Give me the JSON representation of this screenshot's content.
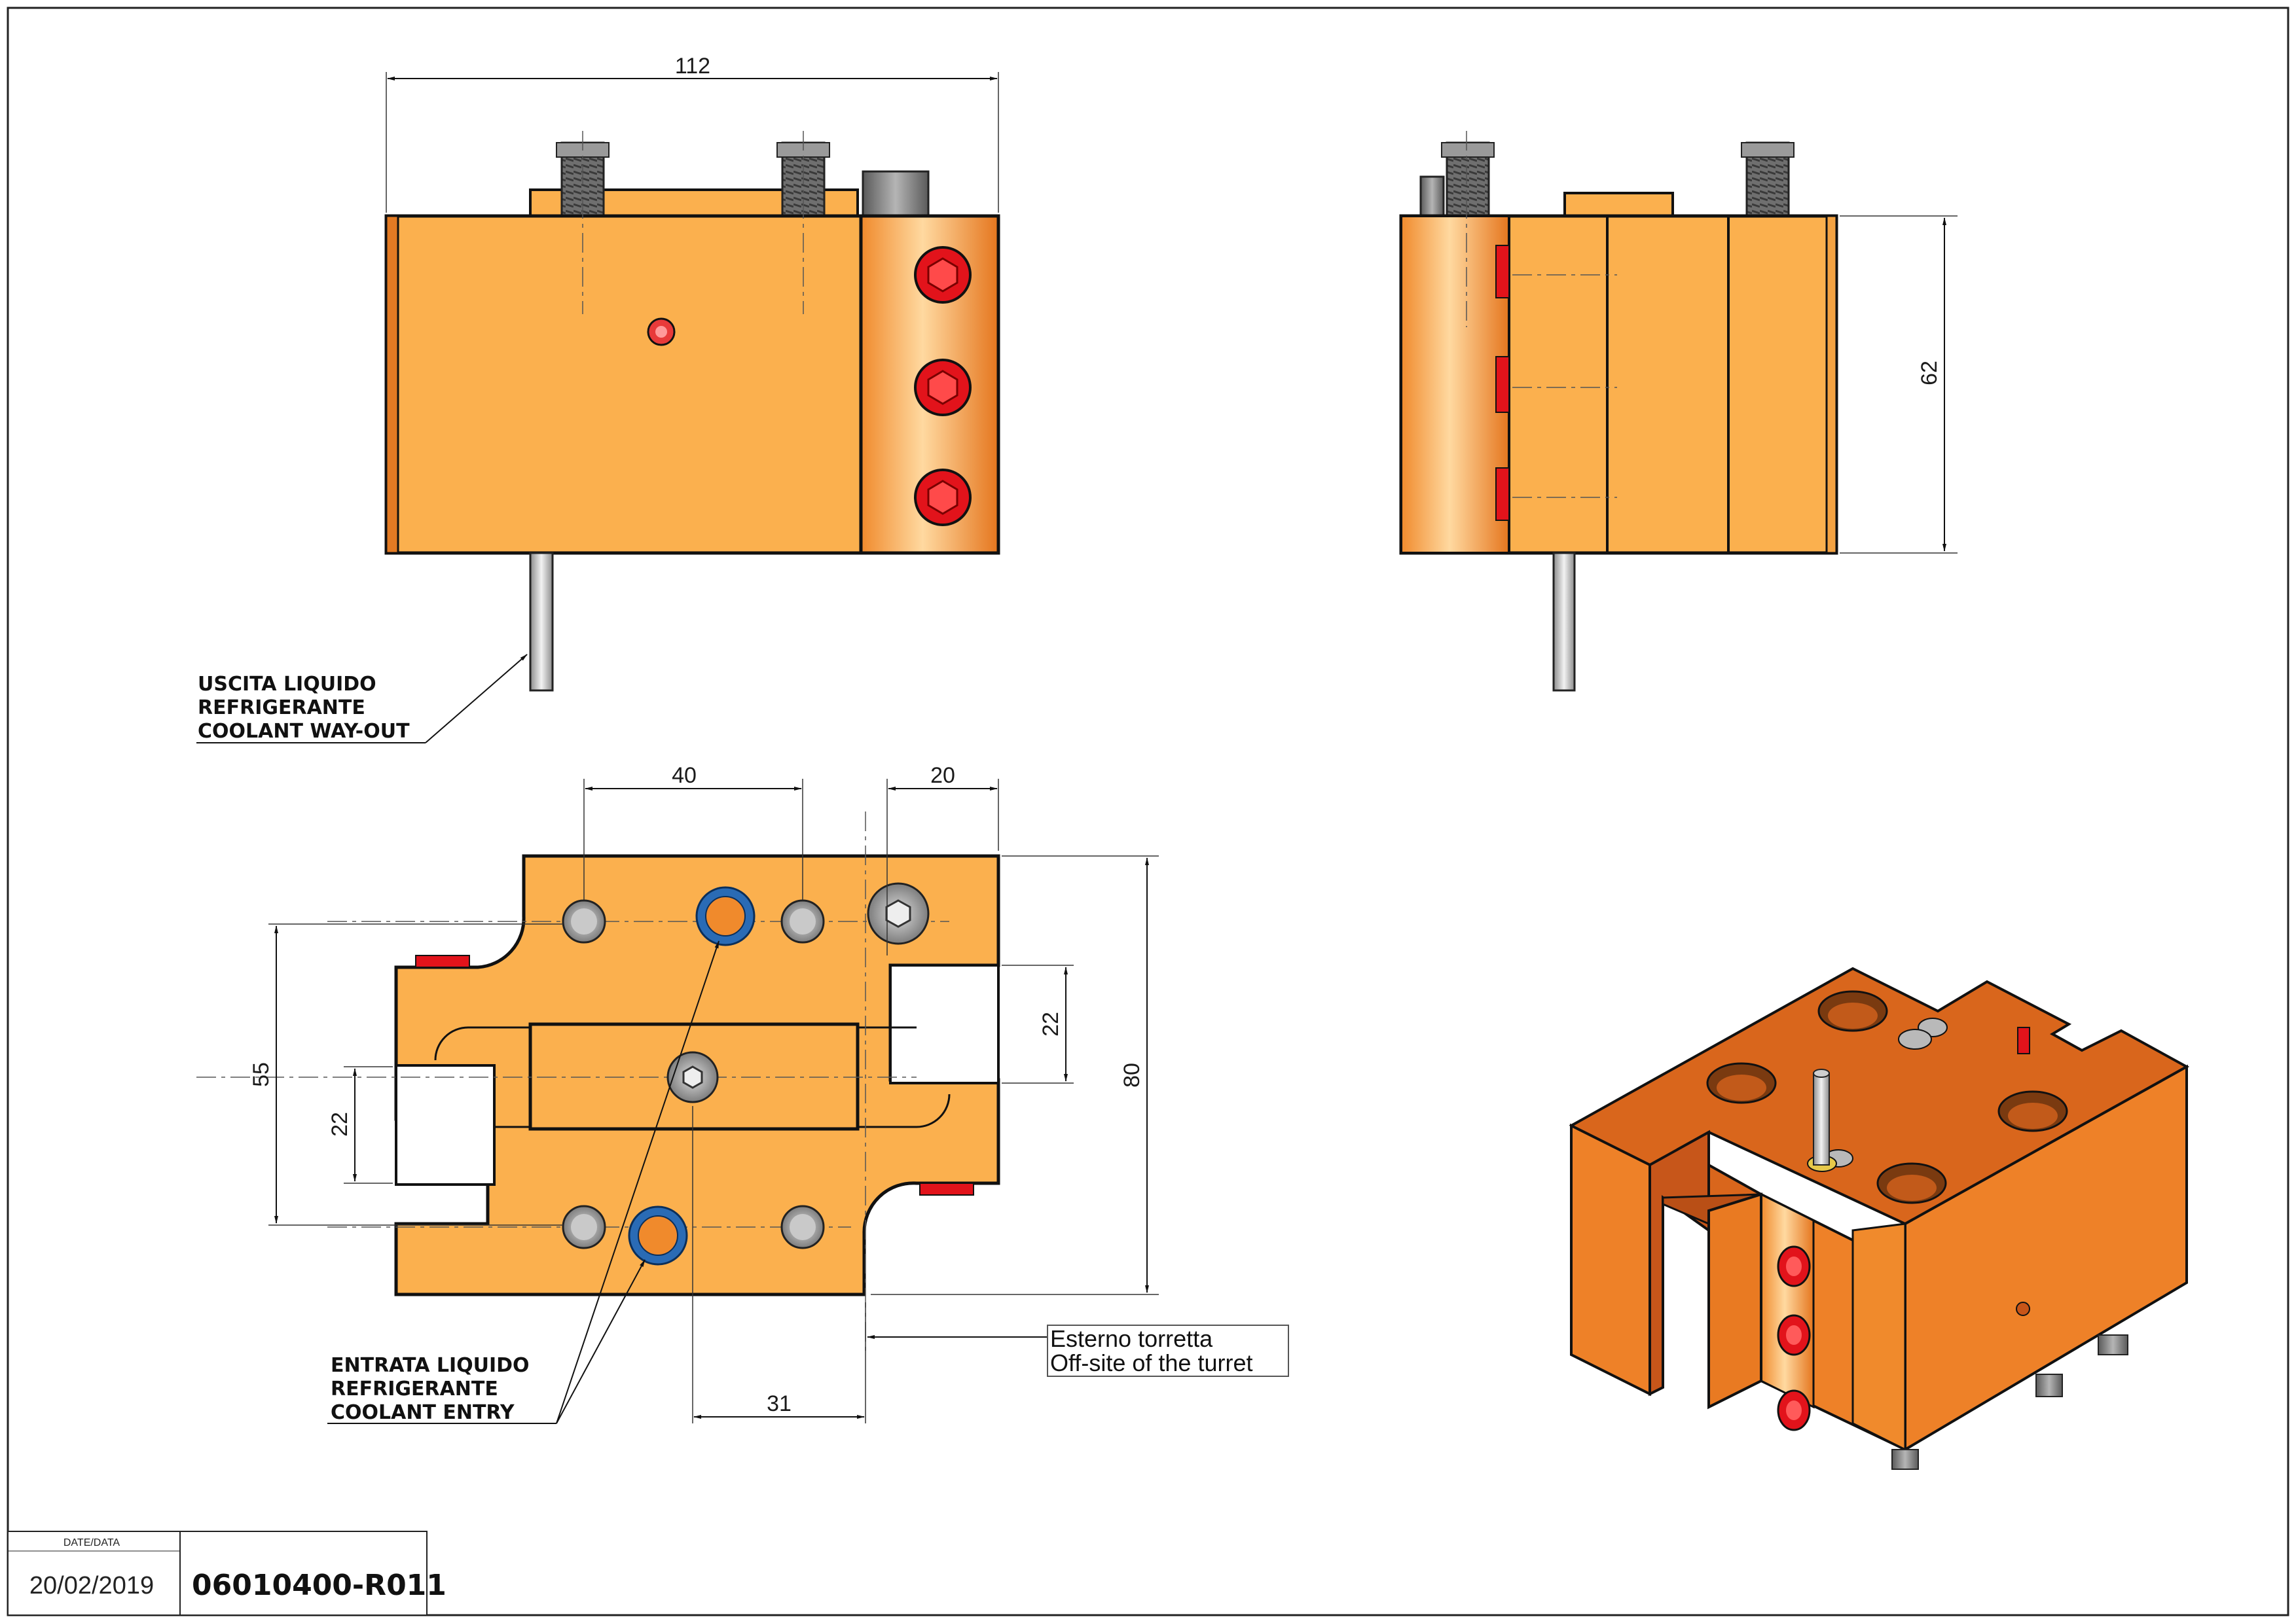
{
  "dimensions": {
    "top_width": "112",
    "side_height": "62",
    "hole_spacing": "40",
    "slot_offset": "20",
    "slot_width_right": "22",
    "overall_height": "80",
    "hole_span": "55",
    "slot_width_left": "22",
    "turret_offset": "31"
  },
  "notes": {
    "coolant_out": [
      "USCITA LIQUIDO",
      "REFRIGERANTE",
      "COOLANT WAY-OUT"
    ],
    "coolant_in": [
      "ENTRATA LIQUIDO",
      "REFRIGERANTE",
      "COOLANT ENTRY"
    ],
    "turret": [
      "Esterno torretta",
      "Off-site of the turret"
    ]
  },
  "title_block": {
    "date_label": "DATE/DATA",
    "date": "20/02/2019",
    "drawing_number": "06010400-R011"
  },
  "colors": {
    "body": "#fbb04e",
    "body_dark": "#f08a2c",
    "iso_top": "#d9661c",
    "iso_front": "#ee8128",
    "screw_red": "#e2131b",
    "ring_blue": "#2a6bb5",
    "steel": "#a8a8a8"
  }
}
